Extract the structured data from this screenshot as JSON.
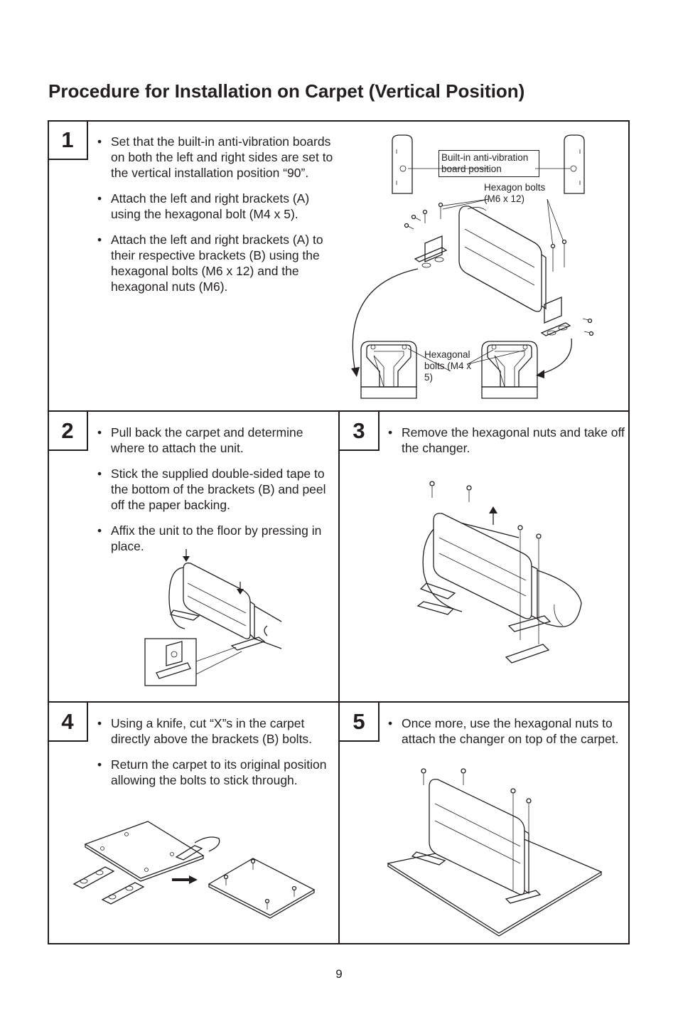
{
  "page": {
    "title": "Procedure for Installation on Carpet (Vertical Position)",
    "page_number": "9"
  },
  "steps": [
    {
      "number": "1",
      "bullets": [
        "Set that the built-in anti-vibration boards on both the left and right sides are set to the vertical installation position “90”.",
        "Attach the left and right brackets (A) using the hexagonal bolt (M4 x 5).",
        "Attach the left and right brackets (A) to their respective brackets (B) using the hexagonal bolts (M6 x 12) and the hexagonal nuts (M6)."
      ],
      "labels": {
        "board_position": "Built-in anti-vibration board position",
        "hexagon_bolts": "Hexagon bolts (M6 x 12)",
        "hexagonal_bolts": "Hexagonal bolts (M4 x 5)"
      }
    },
    {
      "number": "2",
      "bullets": [
        "Pull back the carpet and determine where to attach the unit.",
        "Stick the supplied double-sided tape to the bottom of the brackets (B) and peel off the paper backing.",
        "Affix the unit to the floor by pressing in place."
      ]
    },
    {
      "number": "3",
      "bullets": [
        "Remove the hexagonal nuts and take off the changer."
      ]
    },
    {
      "number": "4",
      "bullets": [
        "Using a knife, cut “X”s in the carpet directly above the brackets (B) bolts.",
        "Return the carpet to its original position allowing the bolts to stick through."
      ]
    },
    {
      "number": "5",
      "bullets": [
        "Once more, use the hexagonal nuts to attach the changer on top of the carpet."
      ]
    }
  ]
}
